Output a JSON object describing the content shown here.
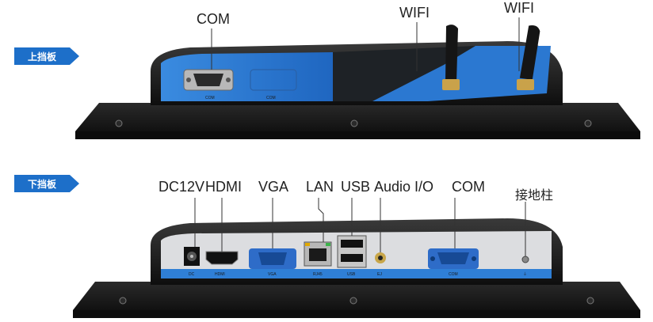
{
  "top_panel": {
    "tag": "上挡板",
    "labels": {
      "com": "COM",
      "wifi_left": "WIFI",
      "wifi_right": "WIFI"
    },
    "silkscreen": {
      "com1": "COM",
      "com2": "COM"
    }
  },
  "bottom_panel": {
    "tag": "下挡板",
    "labels": {
      "dc": "DC12V",
      "hdmi": "HDMI",
      "vga": "VGA",
      "lan": "LAN",
      "usb": "USB",
      "audio": "Audio I/O",
      "com": "COM",
      "ground": "接地柱"
    },
    "silkscreen": {
      "dc": "DC",
      "hdmi": "HDMI",
      "vga": "VGA",
      "lan": "RJ45",
      "usb": "USB",
      "audio": "EJ",
      "com": "COM",
      "ground": "⏚"
    }
  },
  "colors": {
    "accent": "#1d6fc9",
    "panel_blue": "#2f7fd6",
    "chassis": "#1c1c1c"
  }
}
